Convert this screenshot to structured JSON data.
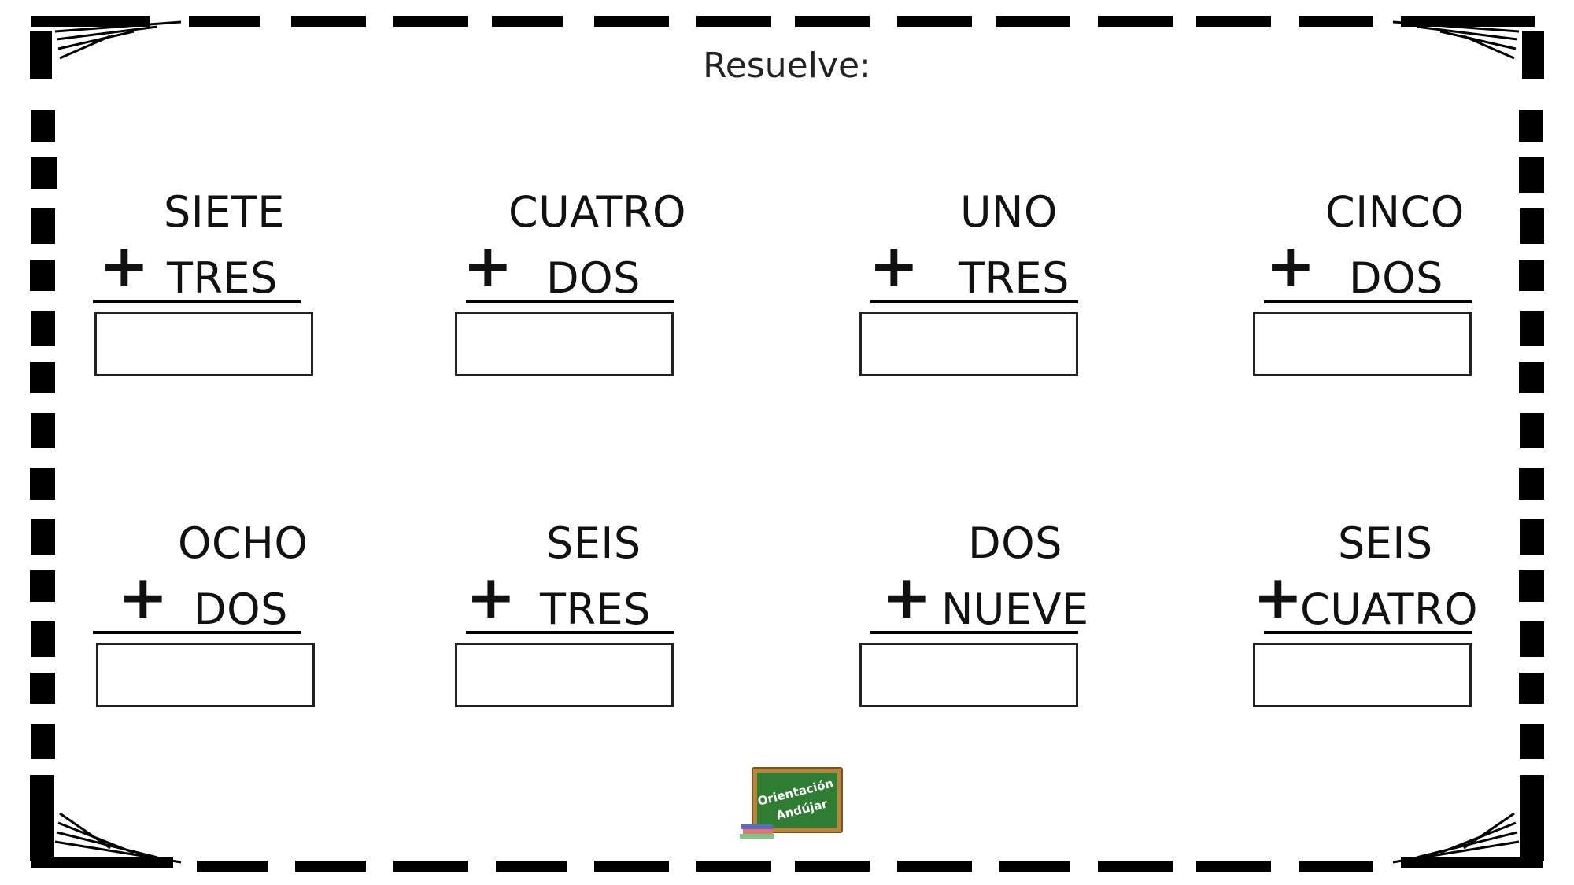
{
  "page": {
    "title": "Resuelve:"
  },
  "problems": [
    {
      "top": "SIETE",
      "operator": "+",
      "bottom": "TRES"
    },
    {
      "top": "CUATRO",
      "operator": "+",
      "bottom": "DOS"
    },
    {
      "top": "UNO",
      "operator": "+",
      "bottom": "TRES"
    },
    {
      "top": "CINCO",
      "operator": "+",
      "bottom": "DOS"
    },
    {
      "top": "OCHO",
      "operator": "+",
      "bottom": "DOS"
    },
    {
      "top": "SEIS",
      "operator": "+",
      "bottom": "TRES"
    },
    {
      "top": "DOS",
      "operator": "+",
      "bottom": "NUEVE"
    },
    {
      "top": "SEIS",
      "operator": "+",
      "bottom": "CUATRO"
    }
  ],
  "logo": {
    "line1": "Orientación",
    "line2": "Andújar",
    "board_color": "#2e7d32",
    "frame_color": "#b8863b"
  },
  "colors": {
    "border": "#000000",
    "background": "#ffffff"
  }
}
